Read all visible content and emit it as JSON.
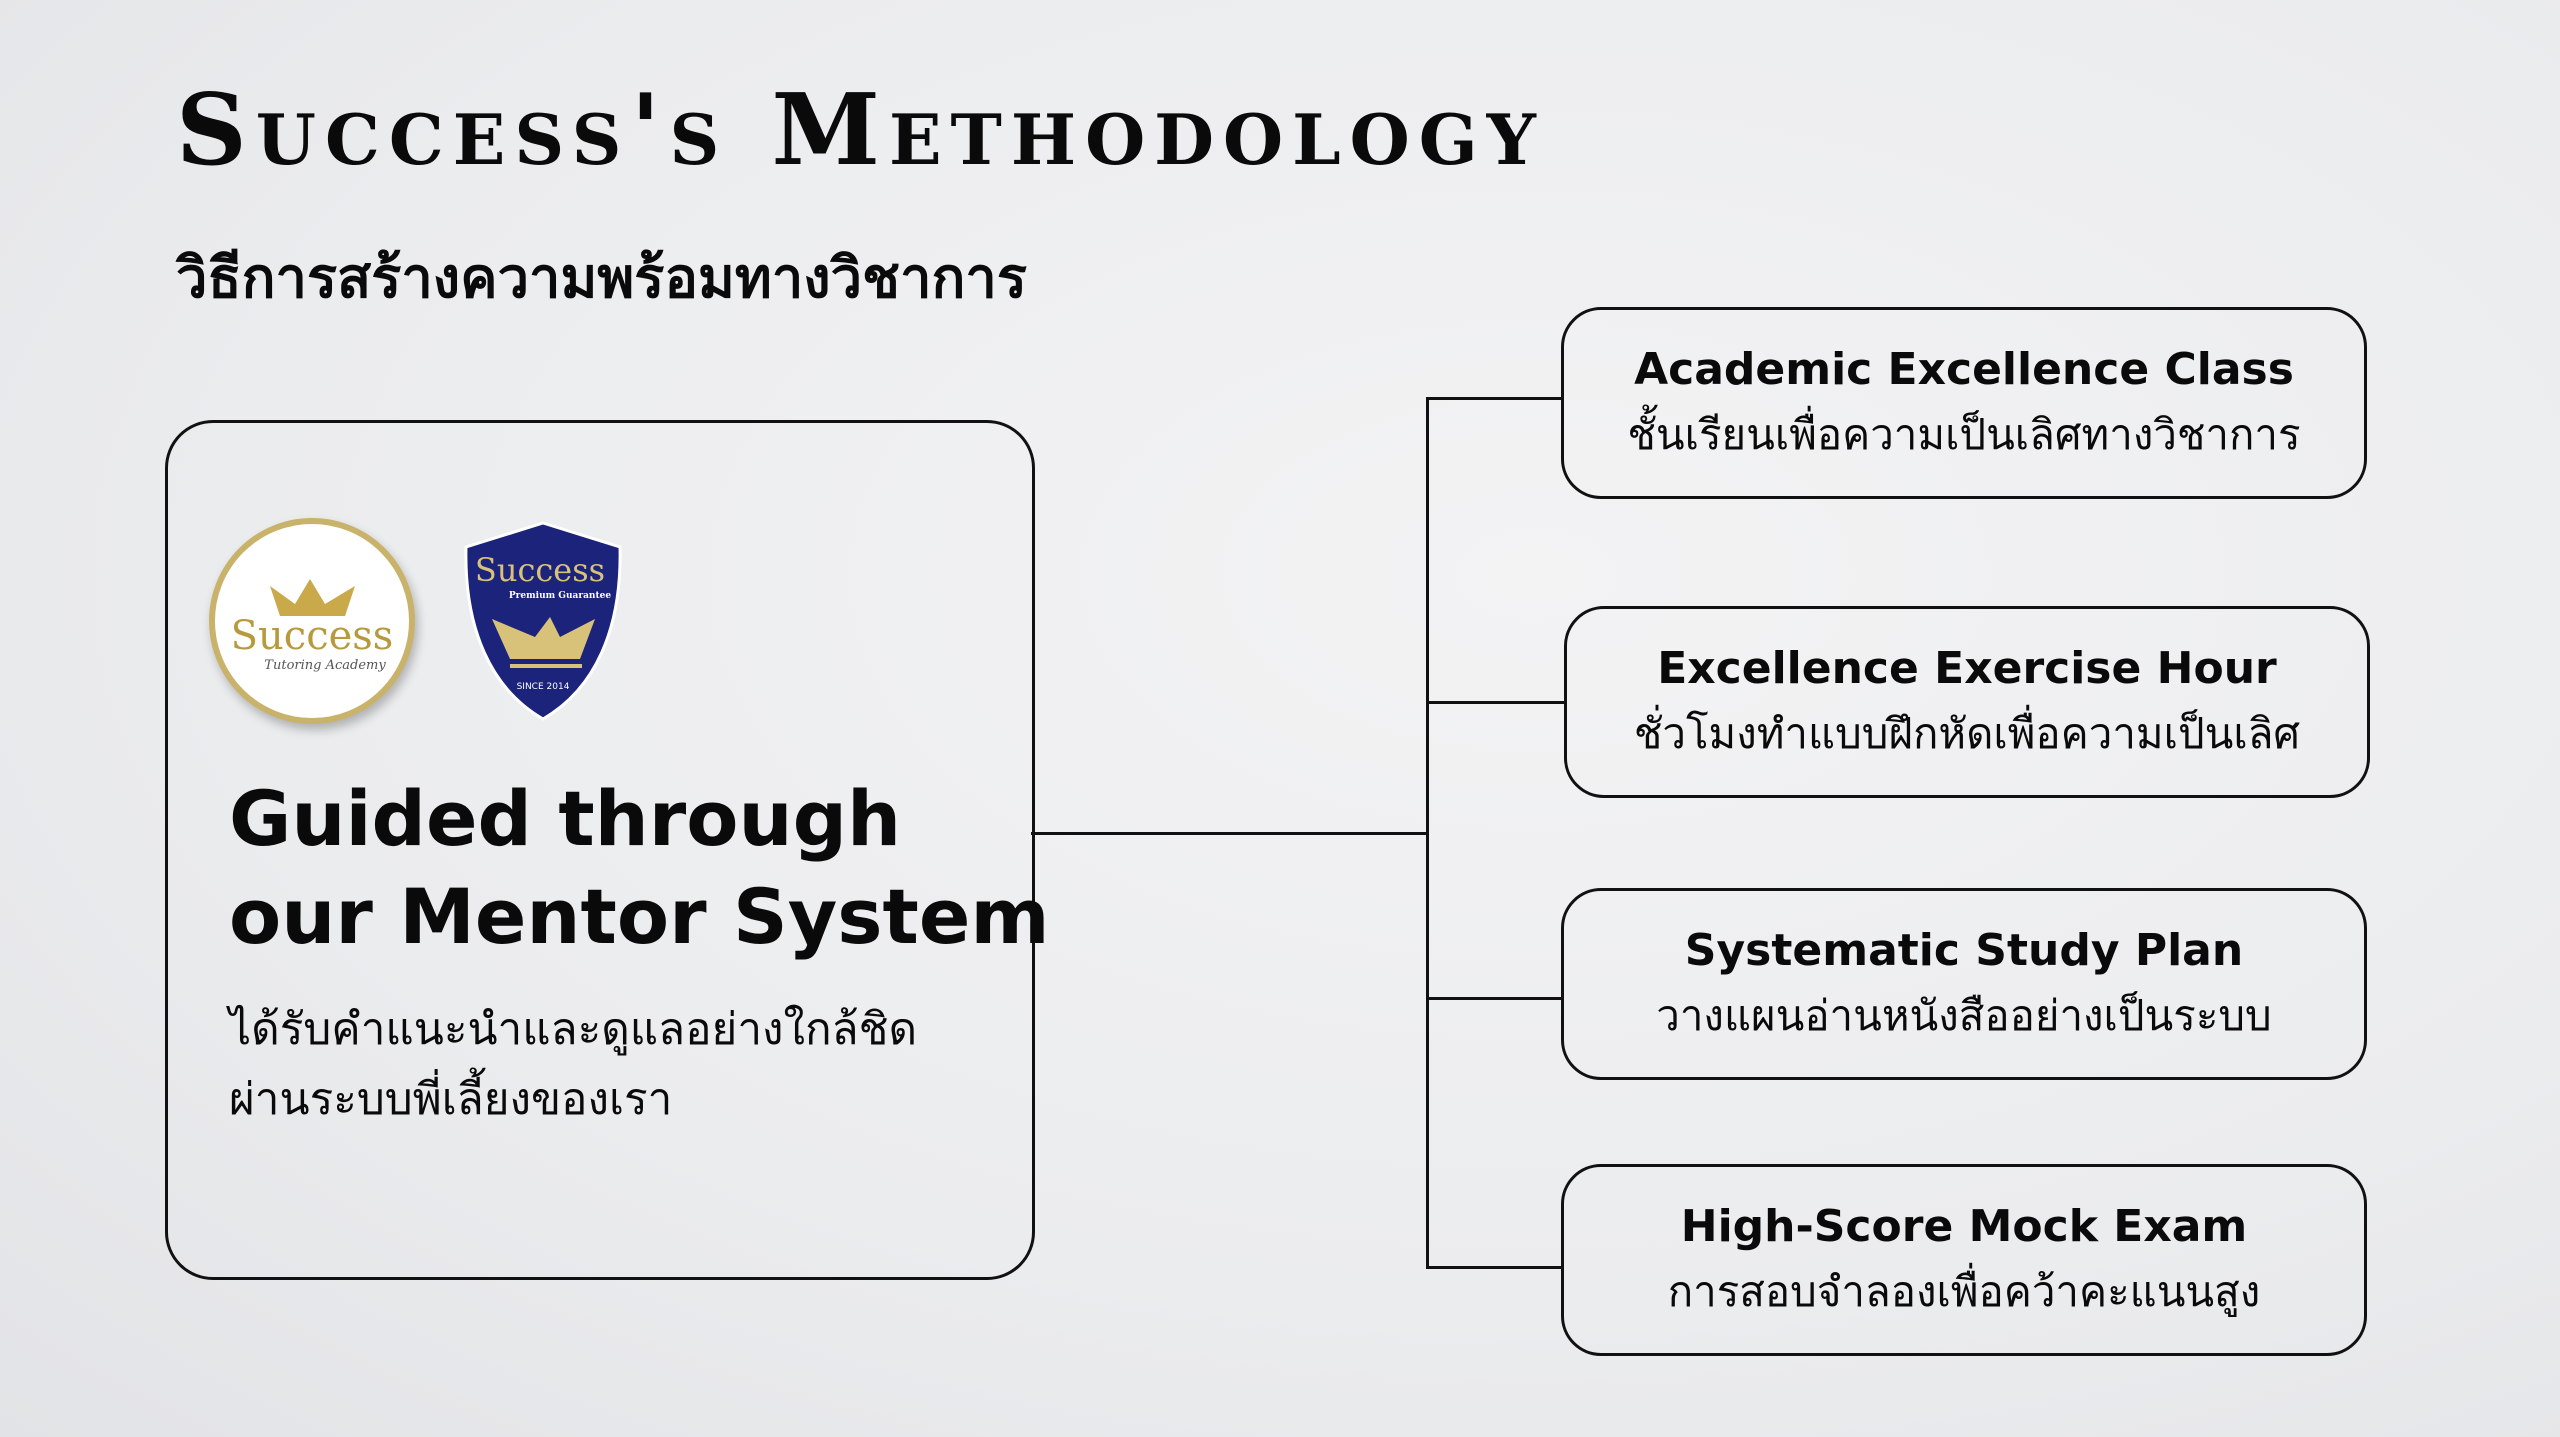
{
  "header": {
    "title": "Success's Methodology",
    "subtitle": "วิธีการสร้างความพร้อมทางวิชาการ"
  },
  "mentor": {
    "logos": [
      {
        "name": "Success Tutoring Academy",
        "text": "Success",
        "tagline": "Tutoring Academy"
      },
      {
        "name": "Success Premium Guarantee",
        "text": "Success",
        "tagline": "Premium Guarantee",
        "since": "Since 2014"
      }
    ],
    "title_line1": "Guided through",
    "title_line2": "our Mentor System",
    "desc_line1": "ได้รับคำแนะนำและดูแลอย่างใกล้ชิด",
    "desc_line2": "ผ่านระบบพี่เลี้ยงของเรา"
  },
  "items": [
    {
      "title": "Academic Excellence Class",
      "subtitle": "ชั้นเรียนเพื่อความเป็นเลิศทางวิชาการ"
    },
    {
      "title": "Excellence Exercise Hour",
      "subtitle": "ชั่วโมงทำแบบฝึกหัดเพื่อความเป็นเลิศ"
    },
    {
      "title": "Systematic Study Plan",
      "subtitle": "วางแผนอ่านหนังสืออย่างเป็นระบบ"
    },
    {
      "title": "High-Score Mock Exam",
      "subtitle": "การสอบจำลองเพื่อคว้าคะแนนสูง"
    }
  ],
  "colors": {
    "gold": "#c9b36a",
    "navy": "#1b237a",
    "line": "#111111"
  }
}
